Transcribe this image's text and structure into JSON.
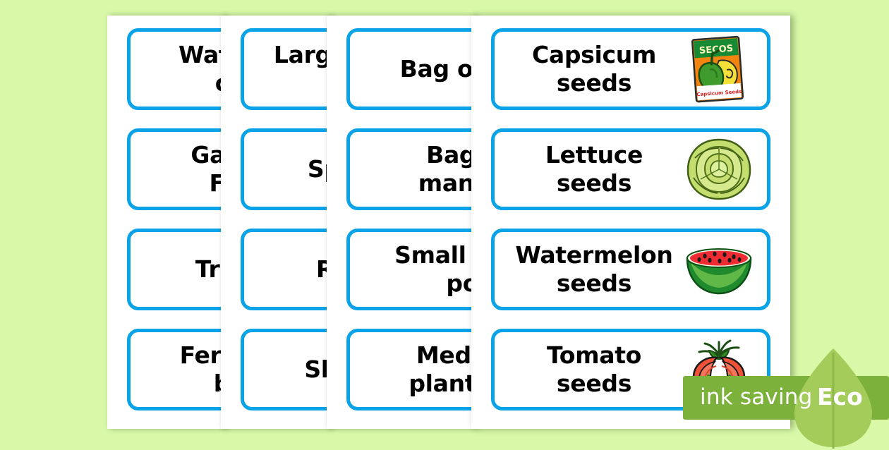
{
  "page": {
    "background_color": "#d9f9a9",
    "card_border_color": "#0aa3e8",
    "sheet_color": "#ffffff"
  },
  "sheets": [
    {
      "name": "sheet-1"
    },
    {
      "name": "sheet-2"
    },
    {
      "name": "sheet-3"
    },
    {
      "name": "sheet-4"
    }
  ],
  "columns": [
    {
      "name": "column-1",
      "cards": [
        {
          "label": "Watering\ncan",
          "art": "none"
        },
        {
          "label": "Garden\nFork",
          "art": "none"
        },
        {
          "label": "Trowel",
          "art": "none"
        },
        {
          "label": "Fertiliser\nbag",
          "art": "none"
        }
      ]
    },
    {
      "name": "column-2",
      "cards": [
        {
          "label": "Large plant\npot",
          "art": "none"
        },
        {
          "label": "Spade",
          "art": "none"
        },
        {
          "label": "Rake",
          "art": "none"
        },
        {
          "label": "Shovel",
          "art": "none"
        }
      ]
    },
    {
      "name": "column-3",
      "cards": [
        {
          "label": "Bag of soil",
          "art": "none"
        },
        {
          "label": "Bag of\nmanure",
          "art": "none"
        },
        {
          "label": "Small plant\npot",
          "art": "none"
        },
        {
          "label": "Medium\nplant pot",
          "art": "none"
        }
      ]
    },
    {
      "name": "column-4",
      "cards": [
        {
          "label": "Capsicum\nseeds",
          "art": "seed-packet-icon"
        },
        {
          "label": "Lettuce\nseeds",
          "art": "lettuce-icon"
        },
        {
          "label": "Watermelon\nseeds",
          "art": "watermelon-icon"
        },
        {
          "label": "Tomato\nseeds",
          "art": "tomato-icon"
        }
      ]
    }
  ],
  "seed_packet": {
    "brand_text": "SECOS",
    "footer_text": "Capsicum Seeds"
  },
  "eco_badge": {
    "ink_label": "ink saving",
    "eco_label": "Eco",
    "bar_color": "#7cb13c",
    "leaf_color": "#a4cc5a"
  }
}
